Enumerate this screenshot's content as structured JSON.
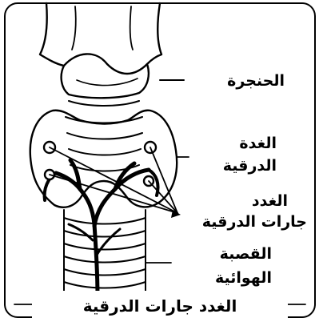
{
  "labels": {
    "larynx": "الحنجرة",
    "thyroid_line1": "الغدة",
    "thyroid_line2": "الدرقية",
    "parathyroid_line1": "الغدد",
    "parathyroid_line2": "جارات الدرقية",
    "trachea_line1": "القصبة",
    "trachea_line2": "الهوائية"
  },
  "caption": "الغدد جارات الدرقية"
}
